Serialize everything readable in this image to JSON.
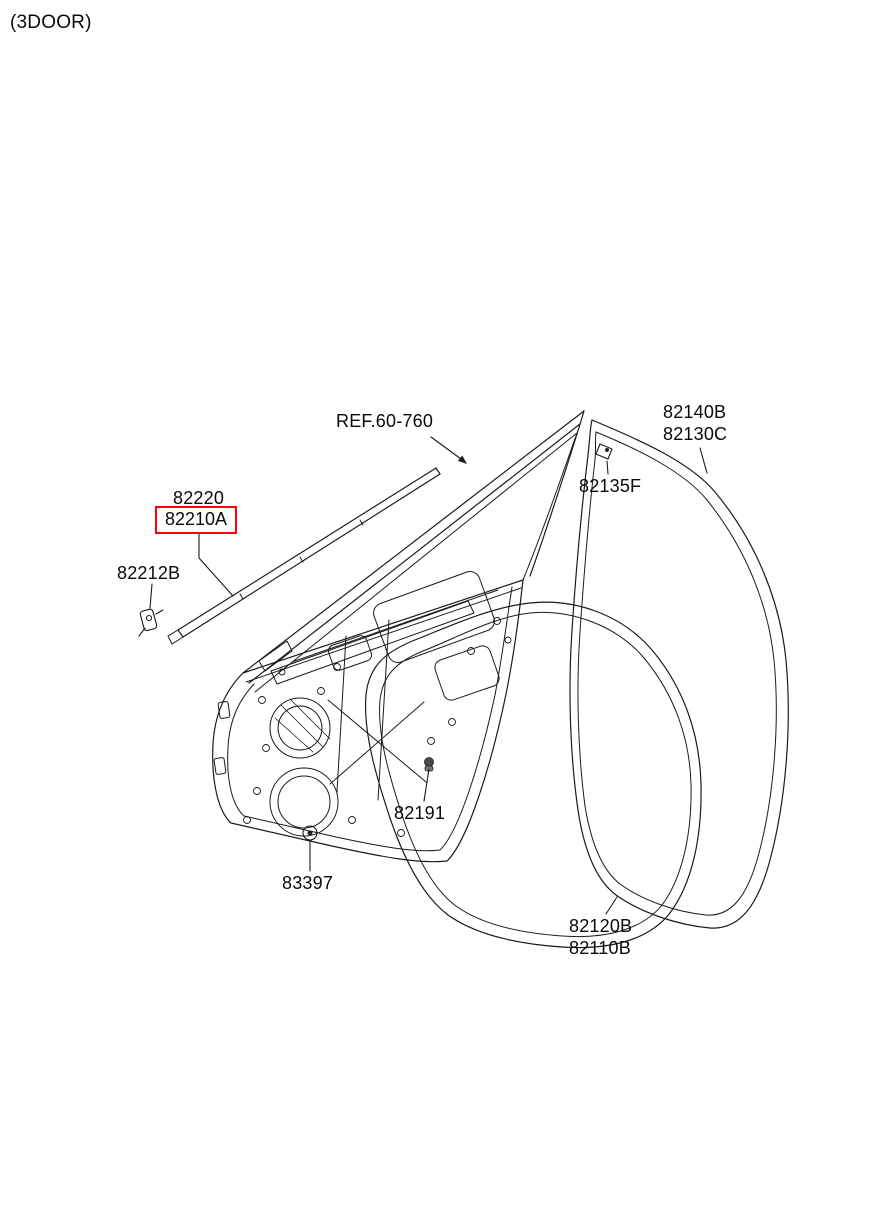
{
  "variant_label": "(3DOOR)",
  "reference_label": "REF.60-760",
  "highlight": {
    "part_number": "82210A",
    "box_color": "#ff0000"
  },
  "parts": {
    "p82140B": "82140B",
    "p82130C": "82130C",
    "p82135F": "82135F",
    "p82220": "82220",
    "p82210A": "82210A",
    "p82212B": "82212B",
    "p82191": "82191",
    "p83397": "83397",
    "p82120B": "82120B",
    "p82110B": "82110B"
  },
  "drawing": {
    "subject": "front-door-panel-with-weatherstrips",
    "line_color": "#1b1b1b",
    "background_color": "#ffffff"
  }
}
